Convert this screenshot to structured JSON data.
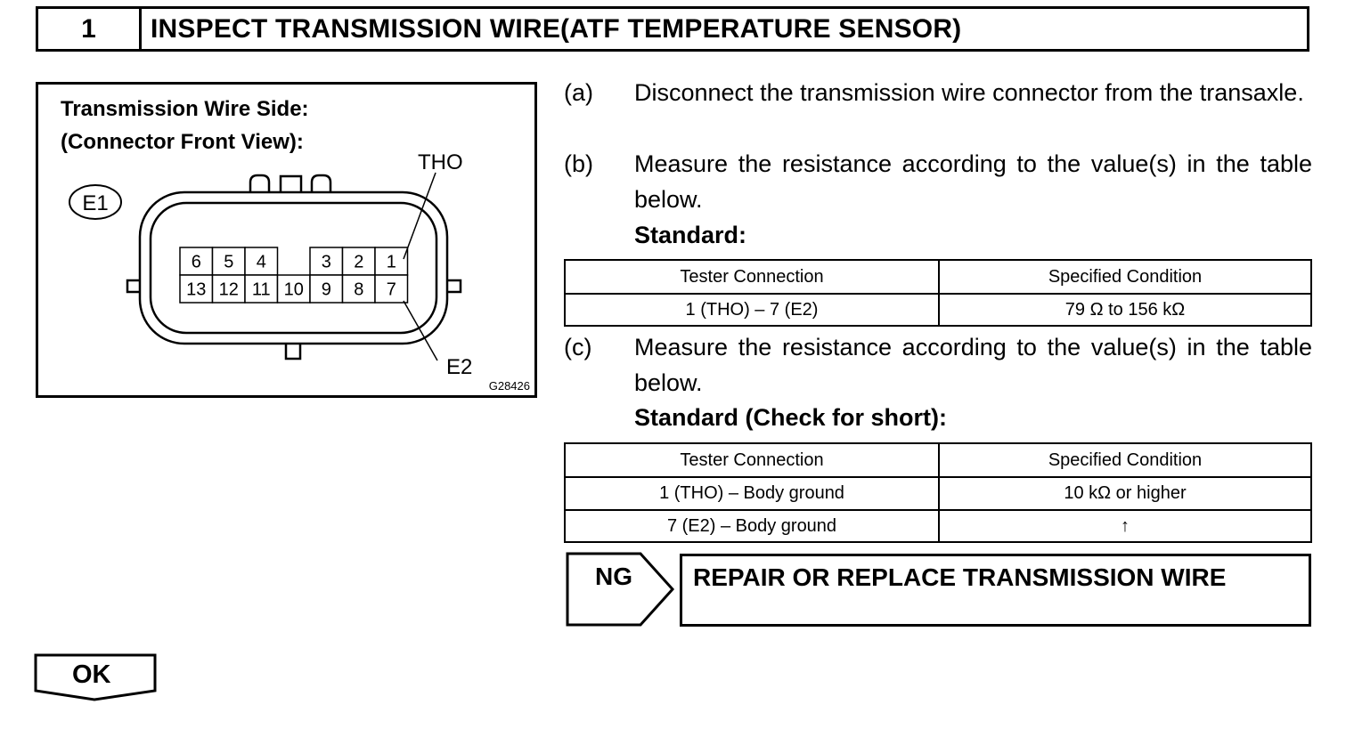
{
  "header": {
    "step_number": "1",
    "title": "INSPECT TRANSMISSION WIRE(ATF TEMPERATURE SENSOR)"
  },
  "figure": {
    "caption_line1": "Transmission Wire Side:",
    "caption_line2": "(Connector Front View):",
    "connector_id": "E1",
    "callout_top": "THO",
    "callout_bottom": "E2",
    "figure_code": "G28426",
    "pins_top": [
      "6",
      "5",
      "4",
      "",
      "3",
      "2",
      "1"
    ],
    "pins_bottom": [
      "13",
      "12",
      "11",
      "10",
      "9",
      "8",
      "7"
    ]
  },
  "steps": {
    "a": {
      "label": "(a)",
      "text": "Disconnect the transmission wire connector from the transaxle."
    },
    "b": {
      "label": "(b)",
      "text": "Measure the resistance according to the value(s) in the table below."
    },
    "c": {
      "label": "(c)",
      "text": "Measure the resistance according to the value(s) in the table below."
    }
  },
  "standard1": {
    "heading": "Standard:",
    "columns": [
      "Tester Connection",
      "Specified Condition"
    ],
    "rows": [
      [
        "1 (THO) – 7 (E2)",
        "79 Ω to 156 kΩ"
      ]
    ]
  },
  "standard2": {
    "heading": "Standard (Check for short):",
    "columns": [
      "Tester Connection",
      "Specified Condition"
    ],
    "rows": [
      [
        "1 (THO) – Body ground",
        "10 kΩ or higher"
      ],
      [
        "7 (E2) – Body ground",
        "↑"
      ]
    ]
  },
  "ng": {
    "label": "NG",
    "action": "REPAIR OR REPLACE TRANSMISSION WIRE"
  },
  "ok": {
    "label": "OK"
  }
}
